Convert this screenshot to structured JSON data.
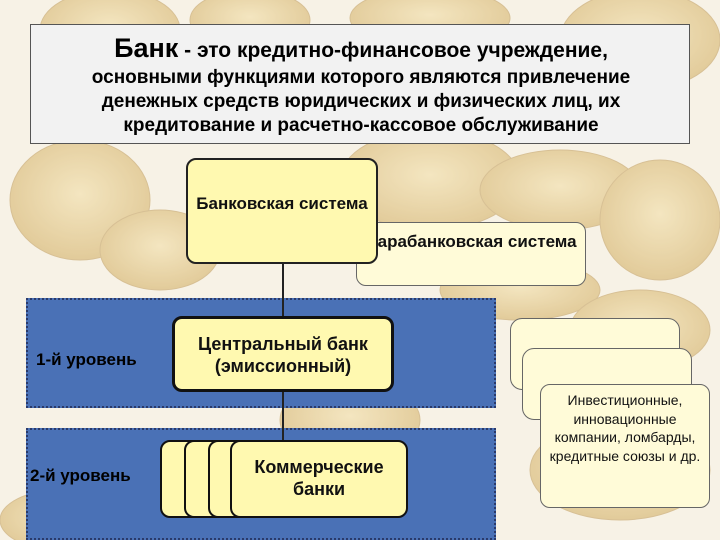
{
  "definition": {
    "term": "Банк",
    "line1_rest": " - это кредитно-финансовое учреждение,",
    "line2": "основными  функциями которого являются привлечение",
    "line3": "денежных  средств юридических и физических лиц, их",
    "line4": "кредитование и  расчетно-кассовое обслуживание"
  },
  "nodes": {
    "banking_system": "Банковская система",
    "parabanking_system": "Парабанковская система",
    "central_bank": "Центральный банк (эмиссионный)",
    "commercial_banks": "Коммерческие банки",
    "investment": "Инвестиционные, инновационные компании, ломбарды, кредитные союзы и др."
  },
  "levels": {
    "level1": "1-й уровень",
    "level2": "2-й уровень"
  },
  "colors": {
    "band": "#4a71b6",
    "node_fill": "#fff9b0",
    "para_fill": "#fffbd8",
    "definition_bg": "#f2f2f2"
  }
}
